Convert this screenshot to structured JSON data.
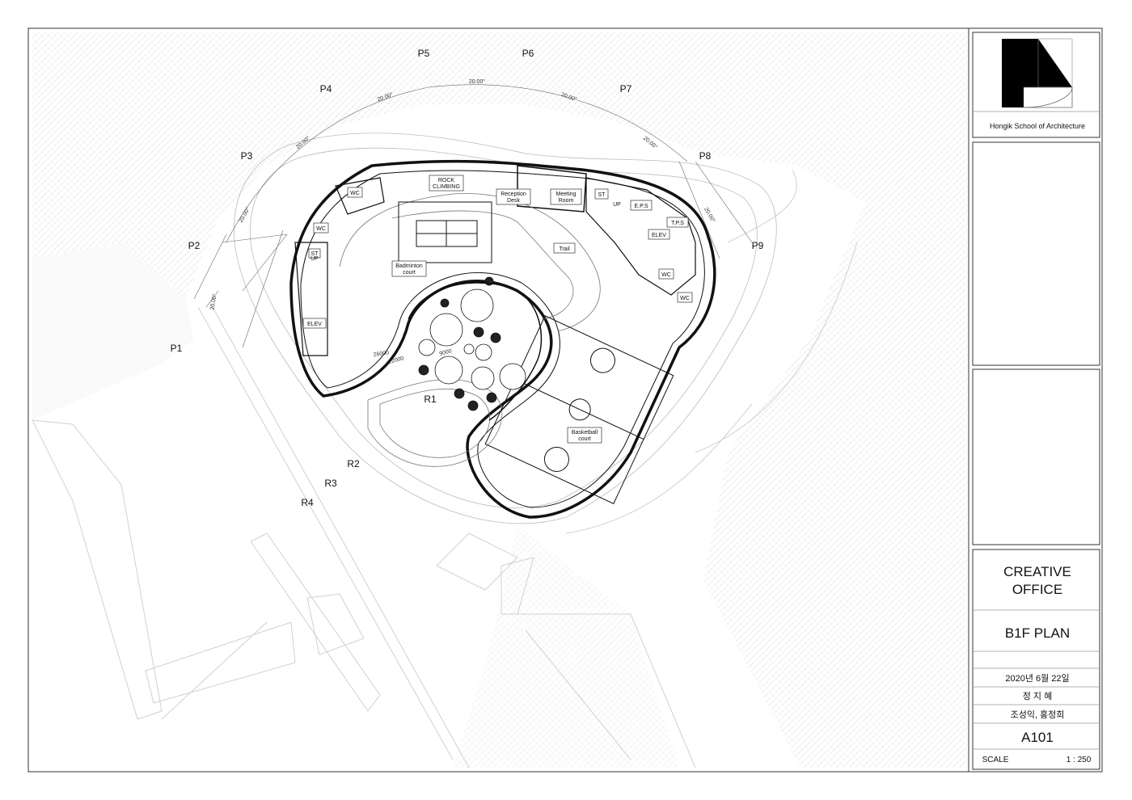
{
  "sheet": {
    "school": "Hongik School of Architecture",
    "project_line1": "CREATIVE",
    "project_line2": "OFFICE",
    "drawing_title": "B1F PLAN",
    "date": "2020년 6월 22일",
    "author": "정 지 혜",
    "advisors": "조성익, 홍정희",
    "sheet_no": "A101",
    "scale_label": "SCALE",
    "scale_value": "1 : 250"
  },
  "plan": {
    "points": [
      "P1",
      "P2",
      "P3",
      "P4",
      "P5",
      "P6",
      "P7",
      "P8",
      "P9"
    ],
    "refs": [
      "R1",
      "R2",
      "R3",
      "R4"
    ],
    "angle_label": "20.00°",
    "rooms": {
      "rock_climbing_1": "ROCK",
      "rock_climbing_2": "CLIMBING",
      "reception_1": "Reception",
      "reception_2": "Desk",
      "meeting_1": "Meeting",
      "meeting_2": "Room",
      "st": "ST",
      "up": "UP",
      "eps": "E.P.S",
      "tps": "T.P.S",
      "elev": "ELEV",
      "wc": "WC",
      "trail": "Trail",
      "badminton_1": "Badminton",
      "badminton_2": "court",
      "basketball_1": "Basketball",
      "basketball_2": "court"
    },
    "dims": {
      "d1": "26000",
      "d2": "22000",
      "d3": "9000"
    }
  }
}
